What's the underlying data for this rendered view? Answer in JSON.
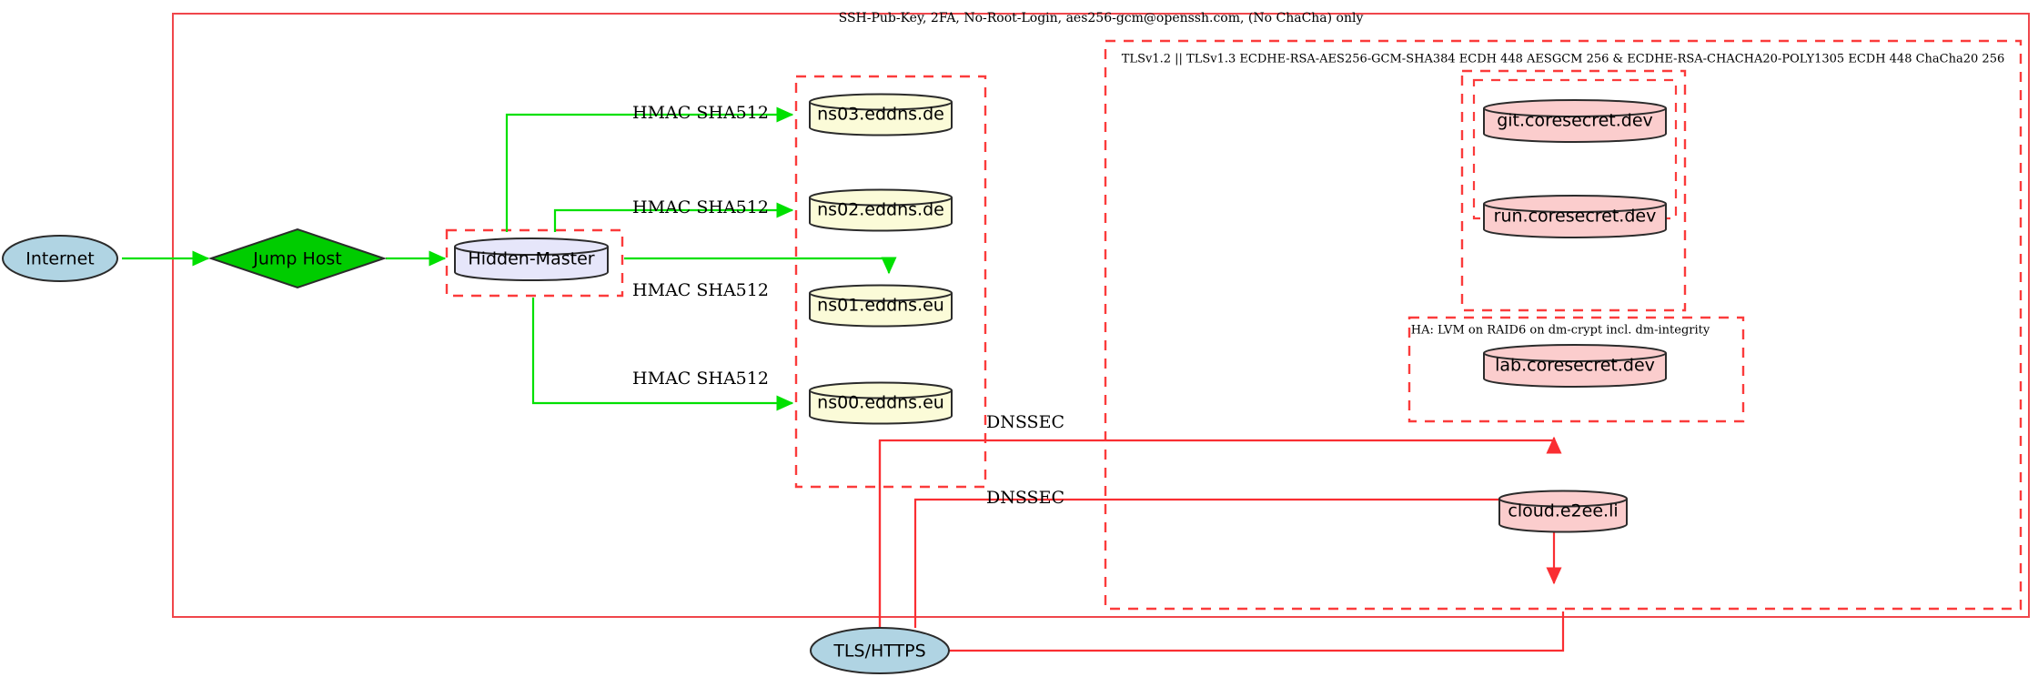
{
  "diagram": {
    "title_label": "SSH-Pub-Key, 2FA, No-Root-Login, aes256-gcm@openssh.com, (No ChaCha) only",
    "tls_cluster_label": "TLSv1.2 || TLSv1.3 ECDHE-RSA-AES256-GCM-SHA384 ECDH 448 AESGCM 256 & ECDHE-RSA-CHACHA20-POLY1305 ECDH 448 ChaCha20 256",
    "ha_cluster_label": "HA: LVM on RAID6 on dm-crypt incl. dm-integrity"
  },
  "nodes": {
    "internet": {
      "label": "Internet",
      "shape": "ellipse",
      "fill": "#b0d4e3"
    },
    "jump_host": {
      "label": "Jump Host",
      "shape": "diamond",
      "fill": "#00cc00"
    },
    "hidden_master": {
      "label": "Hidden-Master",
      "shape": "cylinder",
      "fill": "#e6e6fa"
    },
    "ns03": {
      "label": "ns03.eddns.de",
      "shape": "cylinder",
      "fill": "#fbfbd8"
    },
    "ns02": {
      "label": "ns02.eddns.de",
      "shape": "cylinder",
      "fill": "#fbfbd8"
    },
    "ns01": {
      "label": "ns01.eddns.eu",
      "shape": "cylinder",
      "fill": "#fbfbd8"
    },
    "ns00": {
      "label": "ns00.eddns.eu",
      "shape": "cylinder",
      "fill": "#fbfbd8"
    },
    "git": {
      "label": "git.coresecret.dev",
      "shape": "cylinder",
      "fill": "#fbcdcd"
    },
    "run": {
      "label": "run.coresecret.dev",
      "shape": "cylinder",
      "fill": "#fbcdcd"
    },
    "lab": {
      "label": "lab.coresecret.dev",
      "shape": "cylinder",
      "fill": "#fbcdcd"
    },
    "cloud": {
      "label": "cloud.e2ee.li",
      "shape": "cylinder",
      "fill": "#fbcdcd"
    },
    "tls_https": {
      "label": "TLS/HTTPS",
      "shape": "ellipse",
      "fill": "#b0d4e3"
    }
  },
  "edges": {
    "hmac_ns03": "HMAC SHA512",
    "hmac_ns02": "HMAC SHA512",
    "hmac_ns01": "HMAC SHA512",
    "hmac_ns00": "HMAC SHA512",
    "dnssec_upper": "DNSSEC",
    "dnssec_lower": "DNSSEC"
  },
  "colors": {
    "green_edge": "#00e000",
    "red_edge": "#fa2e32",
    "dashed_border": "#fb3b3b",
    "solid_border": "#f0464b"
  }
}
